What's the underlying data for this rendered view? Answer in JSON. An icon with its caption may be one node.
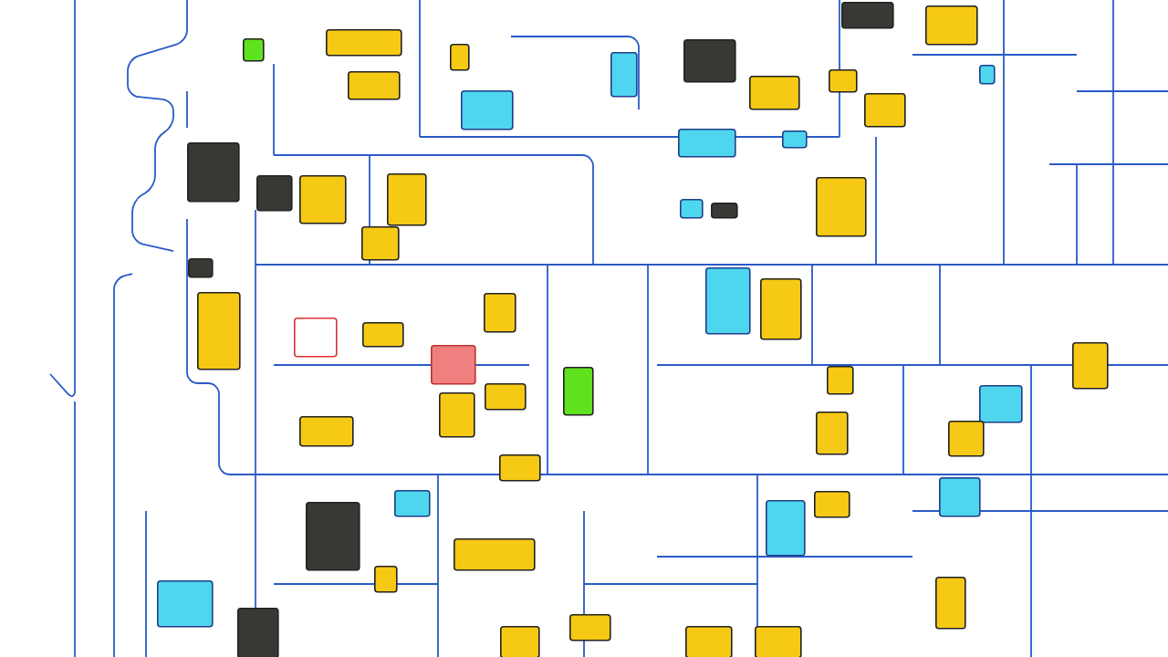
{
  "diagram": {
    "nodes": [
      {
        "text": [],
        "shape": "box"
      },
      {
        "text": [],
        "shape": "box"
      },
      {
        "text": [],
        "shape": "box"
      },
      {
        "text": [],
        "shape": "box"
      },
      {
        "text": [],
        "shape": "box"
      },
      {
        "text": [],
        "shape": "box"
      },
      {
        "text": [],
        "shape": "box"
      },
      {
        "text": [],
        "shape": "box"
      },
      {
        "text": [],
        "shape": "box"
      },
      {
        "text": [],
        "shape": "box"
      },
      {
        "text": [],
        "shape": "box"
      },
      {
        "text": [],
        "shape": "box"
      },
      {
        "text": [],
        "shape": "box"
      },
      {
        "text": [],
        "shape": "box"
      },
      {
        "text": [],
        "shape": "box"
      },
      {
        "text": [],
        "shape": "box"
      },
      {
        "text": [],
        "shape": "box"
      },
      {
        "text": [],
        "shape": "box"
      },
      {
        "text": [],
        "shape": "box"
      },
      {
        "text": [],
        "shape": "box"
      },
      {
        "text": [],
        "shape": "box"
      },
      {
        "text": [],
        "shape": "box"
      },
      {
        "text": [],
        "shape": "box"
      },
      {
        "text": [],
        "shape": "box"
      },
      {
        "text": [],
        "shape": "box"
      },
      {
        "text": [],
        "shape": "box"
      },
      {
        "text": [],
        "shape": "box"
      },
      {
        "text": [],
        "shape": "box"
      },
      {
        "text": [],
        "shape": "box"
      },
      {
        "text": [],
        "shape": "box"
      },
      {
        "text": [],
        "shape": "box"
      },
      {
        "text": [],
        "shape": "box"
      },
      {
        "text": [],
        "shape": "box"
      },
      {
        "text": [],
        "shape": "box"
      },
      {
        "text": [],
        "shape": "box"
      },
      {
        "text": [],
        "shape": "box"
      },
      {
        "text": [],
        "shape": "box"
      },
      {
        "text": [],
        "shape": "box"
      },
      {
        "text": [],
        "shape": "box"
      },
      {
        "text": [],
        "shape": "box"
      },
      {
        "text": [],
        "shape": "box"
      },
      {
        "text": [],
        "shape": "box"
      },
      {
        "text": [],
        "shape": "box"
      },
      {
        "text": [],
        "shape": "box"
      },
      {
        "text": [],
        "shape": "box"
      },
      {
        "text": [],
        "shape": "box"
      },
      {
        "text": [],
        "shape": "box"
      },
      {
        "text": [],
        "shape": "box"
      },
      {
        "text": [],
        "shape": "box"
      },
      {
        "text": [],
        "shape": "box"
      },
      {
        "text": [],
        "shape": "box"
      },
      {
        "text": [],
        "shape": "box"
      },
      {
        "text": [],
        "shape": "box"
      },
      {
        "text": [],
        "shape": "box"
      },
      {
        "text": [],
        "shape": "box"
      }
    ]
  }
}
